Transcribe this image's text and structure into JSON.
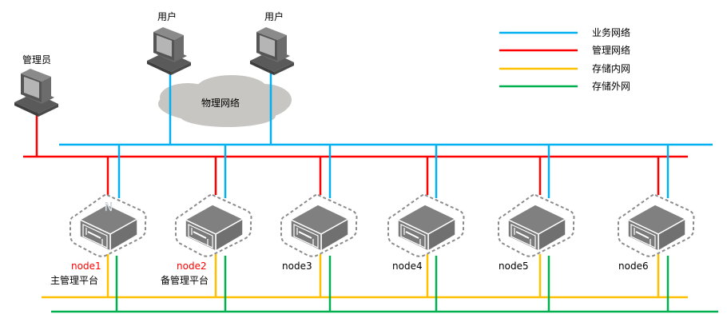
{
  "legend": [
    {
      "key": "business",
      "label": "业务网络",
      "color": "#00b0f0"
    },
    {
      "key": "management",
      "label": "管理网络",
      "color": "#ff0000"
    },
    {
      "key": "storage_internal",
      "label": "存储内网",
      "color": "#ffc000"
    },
    {
      "key": "storage_external",
      "label": "存储外网",
      "color": "#00b050"
    }
  ],
  "clients": {
    "admin": {
      "label": "管理员",
      "icon": "computer-icon",
      "network": "management"
    },
    "users": [
      {
        "label": "用户",
        "icon": "computer-icon",
        "network": "business"
      },
      {
        "label": "用户",
        "icon": "computer-icon",
        "network": "business"
      }
    ]
  },
  "cloud": {
    "label": "物理网络",
    "icon": "cloud-icon",
    "color": "#c8c6c2"
  },
  "nodes": [
    {
      "name": "node1",
      "role": "主管理平台",
      "highlight": true,
      "badge": "N"
    },
    {
      "name": "node2",
      "role": "备管理平台",
      "highlight": true,
      "badge": ""
    },
    {
      "name": "node3",
      "role": "",
      "highlight": false,
      "badge": ""
    },
    {
      "name": "node4",
      "role": "",
      "highlight": false,
      "badge": ""
    },
    {
      "name": "node5",
      "role": "",
      "highlight": false,
      "badge": ""
    },
    {
      "name": "node6",
      "role": "",
      "highlight": false,
      "badge": ""
    }
  ],
  "colors": {
    "server_body": "#7f7f7f",
    "server_outline": "#8c8c8c",
    "computer_body": "#6b6b6b",
    "highlight_text": "#ff0000"
  }
}
